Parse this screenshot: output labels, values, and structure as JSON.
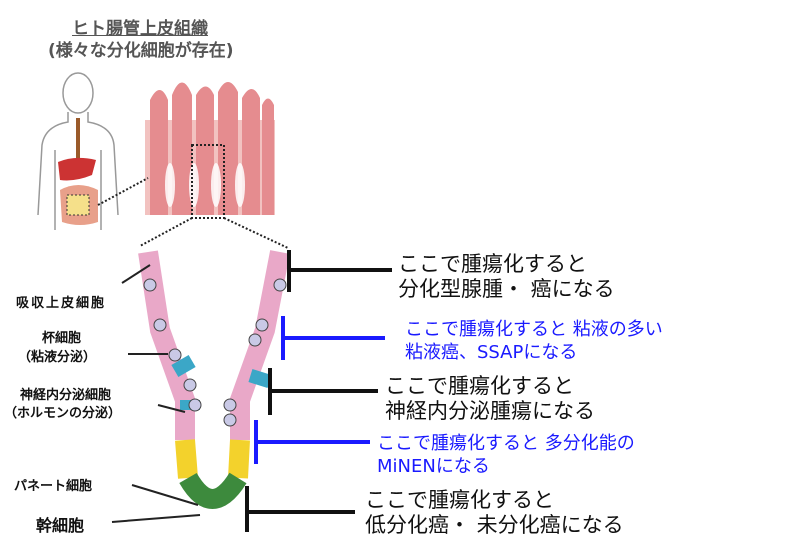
{
  "header": {
    "title": "ヒト腸管上皮組織",
    "subtitle": "(様々な分化細胞が存在)"
  },
  "cell_labels": {
    "absorptive": "吸収上皮細胞",
    "goblet": "杯細胞",
    "goblet_sub": "（粘液分泌）",
    "neuroendocrine": "神経内分泌細胞",
    "neuroendocrine_sub": "（ホルモンの分泌）",
    "paneth": "パネート細胞",
    "stem": "幹細胞"
  },
  "annotations": [
    {
      "line1": "ここで腫瘍化すると",
      "line2": "分化型腺腫・ 癌になる",
      "color": "#111111"
    },
    {
      "line1": "ここで腫瘍化すると 粘液の多い",
      "line2": "粘液癌、SSAPになる",
      "color": "#1a1aff"
    },
    {
      "line1": "ここで腫瘍化すると",
      "line2": "神経内分泌腫瘍になる",
      "color": "#111111"
    },
    {
      "line1": "ここで腫瘍化すると 多分化能の",
      "line2": "MiNENになる",
      "color": "#1a1aff"
    },
    {
      "line1": "ここで腫瘍化すると",
      "line2": "低分化癌・ 未分化癌になる",
      "color": "#111111"
    }
  ]
}
